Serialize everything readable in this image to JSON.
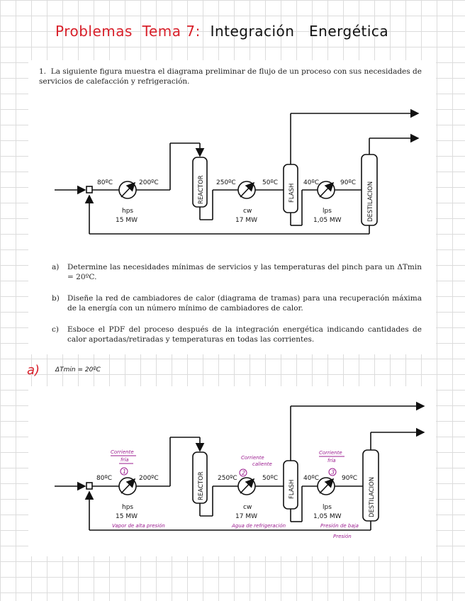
{
  "title": {
    "part1": "Problemas",
    "part2": "Tema 7:",
    "part3": "Integración",
    "part4": "Energética"
  },
  "question1": {
    "num": "1.",
    "text": "La siguiente figura muestra el diagrama preliminar de flujo de un proceso con sus necesidades de servicios de calefacción y refrigeración."
  },
  "parts": [
    {
      "label": "a)",
      "text": "Determine las necesidades mínimas de servicios y las temperaturas del pinch para un ΔTmin = 20ºC."
    },
    {
      "label": "b)",
      "text": "Diseñe la red de cambiadores de calor (diagrama de tramas) para una recuperación máxima de la energía con un número mínimo de cambiadores de calor."
    },
    {
      "label": "c)",
      "text": "Esboce el PDF del proceso después de la integración energética indicando cantidades de calor aportadas/retiradas y temperaturas en todas las corrientes."
    }
  ],
  "diagram": {
    "t_in": "80ºC",
    "t_out1": "200ºC",
    "reactor": "REACTOR",
    "t2_in": "250ºC",
    "t2_out": "50ºC",
    "flash": "FLASH",
    "t3_in": "40ºC",
    "t3_out": "90ºC",
    "destilacion": "DESTILACION",
    "hx1_util": "hps",
    "hx1_q": "15 MW",
    "hx2_util": "cw",
    "hx2_q": "17 MW",
    "hx3_util": "lps",
    "hx3_q": "1,05 MW"
  },
  "answer": {
    "label": "a)",
    "dtmin": "ΔTmin = 20ºC",
    "hx1_note_a": "Corriente",
    "hx1_note_b": "fría",
    "hx1_num": "1",
    "hx2_note_a": "Corriente",
    "hx2_note_b": "caliente",
    "hx2_num": "2",
    "hx3_note_a": "Corriente",
    "hx3_note_b": "fría",
    "hx3_num": "3",
    "hx1_desc": "Vapor de alta presión",
    "hx2_desc": "Agua de refrigeración",
    "hx3_desc_a": "Presión de baja",
    "hx3_desc_b": "Presión"
  },
  "colors": {
    "title_red": "#d8202a",
    "annotation_purple": "#9b1b8f"
  }
}
